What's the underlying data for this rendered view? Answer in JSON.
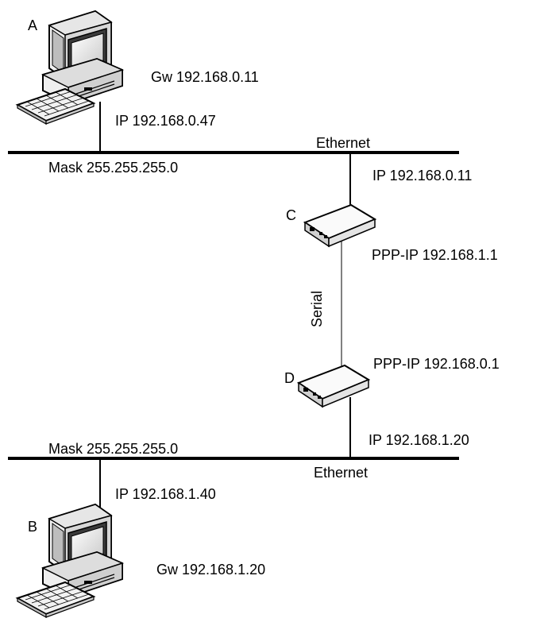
{
  "hosts": {
    "a": {
      "letter": "A",
      "gateway": "Gw 192.168.0.11",
      "ip": "IP 192.168.0.47"
    },
    "b": {
      "letter": "B",
      "gateway": "Gw 192.168.1.20",
      "ip": "IP 192.168.1.40"
    }
  },
  "networks": {
    "top": {
      "name": "Ethernet",
      "mask": "Mask 255.255.255.0"
    },
    "bottom": {
      "name": "Ethernet",
      "mask": "Mask 255.255.255.0"
    }
  },
  "routers": {
    "c": {
      "letter": "C",
      "eth_ip": "IP 192.168.0.11",
      "ppp_ip": "PPP-IP 192.168.1.1"
    },
    "d": {
      "letter": "D",
      "eth_ip": "IP 192.168.1.20",
      "ppp_ip": "PPP-IP 192.168.0.1"
    }
  },
  "link": {
    "name": "Serial"
  }
}
